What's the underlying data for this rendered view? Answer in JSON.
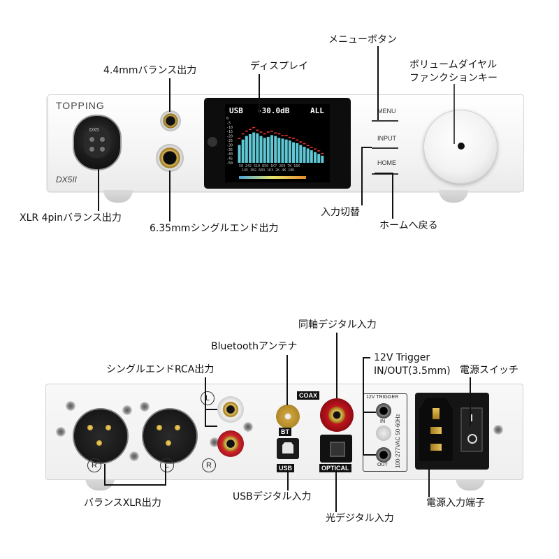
{
  "front_panel": {
    "brand": "TOPPING",
    "model": "DX5II",
    "xlr4_label": "DX5",
    "screen": {
      "input": "USB",
      "volume": "-30.0dB",
      "filter": "ALL",
      "scale": [
        "0",
        "-5",
        "-10",
        "-15",
        "-20",
        "-25",
        "-30",
        "-35",
        "-40",
        "-45",
        "-50"
      ],
      "freq_top": "50  242  510  850  1K7  2K9  7K  16K",
      "freq_bottom": "145  382  683  1K3  2K  4K  10K"
    },
    "buttons": {
      "menu": "MENU",
      "input": "INPUT",
      "home": "HOME"
    },
    "callouts": {
      "balanced_44": "4.4mmバランス出力",
      "display": "ディスプレイ",
      "menu_button": "メニューボタン",
      "volume_dial": "ボリュームダイヤル\nファンクションキー",
      "xlr_4pin": "XLR 4pinバランス出力",
      "single_635": "6.35mmシングルエンド出力",
      "input_switch": "入力切替",
      "home_return": "ホームへ戻る"
    }
  },
  "rear_panel": {
    "labels": {
      "R1": "R",
      "L1": "L",
      "R2": "R",
      "rca_l": "L",
      "bt": "BT",
      "coax": "COAX",
      "usb": "USB",
      "optical": "OPTICAL",
      "trigger": "12V TRIGGER",
      "trigger_in": "IN",
      "trigger_out": "OUT",
      "voltage": "100-277VAC 50-60Hz"
    },
    "callouts": {
      "coax_input": "同軸デジタル入力",
      "bt_antenna": "Bluetoothアンテナ",
      "rca_out": "シングルエンドRCA出力",
      "trigger": "12V Trigger\nIN/OUT(3.5mm)",
      "power_switch": "電源スイッチ",
      "xlr_out": "バランスXLR出力",
      "usb_input": "USBデジタル入力",
      "power_inlet": "電源入力端子",
      "optical_input": "光デジタル入力"
    }
  },
  "colors": {
    "accent_red": "#d5252e",
    "screen_bar": "#5fc8d4",
    "peak_dot": "#e5342f"
  },
  "spectrum": {
    "bars": [
      20,
      26,
      30,
      32,
      34,
      33,
      30,
      28,
      29,
      31,
      30,
      28,
      27,
      26,
      25,
      23,
      22,
      20,
      18,
      16,
      14,
      12,
      10,
      8
    ],
    "bar_unit": "-dB",
    "peaks": [
      28,
      33,
      36,
      38,
      40,
      37,
      35,
      33,
      35,
      36,
      34,
      33,
      31,
      31,
      29,
      28,
      26,
      24,
      22,
      20,
      18,
      16,
      14,
      11
    ]
  }
}
